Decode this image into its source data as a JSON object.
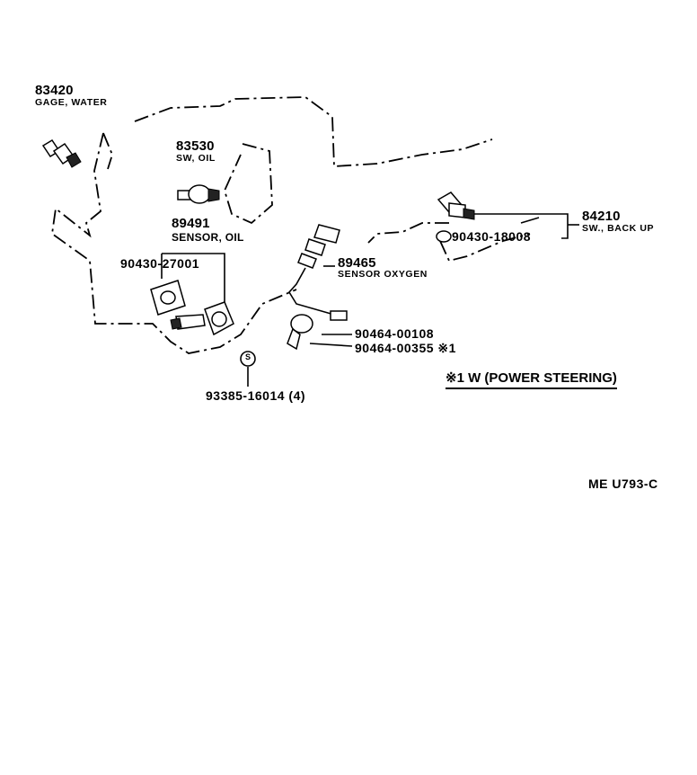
{
  "parts": {
    "p83420": {
      "number": "83420",
      "name": "GAGE, WATER"
    },
    "p83530": {
      "number": "83530",
      "name": "SW, OIL"
    },
    "p89491": {
      "number": "89491",
      "name": "SENSOR, OIL"
    },
    "p90430_27001": {
      "number": "90430-27001"
    },
    "p89465": {
      "number": "89465",
      "name": "SENSOR OXYGEN"
    },
    "p84210": {
      "number": "84210",
      "name": "SW., BACK UP"
    },
    "p90430_18008": {
      "number": "90430-18008"
    },
    "p90464_00108": {
      "number": "90464-00108"
    },
    "p90464_00355": {
      "number": "90464-00355 ※1"
    },
    "p93385_16014": {
      "number": "93385-16014 (4)"
    },
    "s_symbol": "S"
  },
  "footnote": "※1 W (POWER STEERING)",
  "diagram_code": "ME  U793-C"
}
